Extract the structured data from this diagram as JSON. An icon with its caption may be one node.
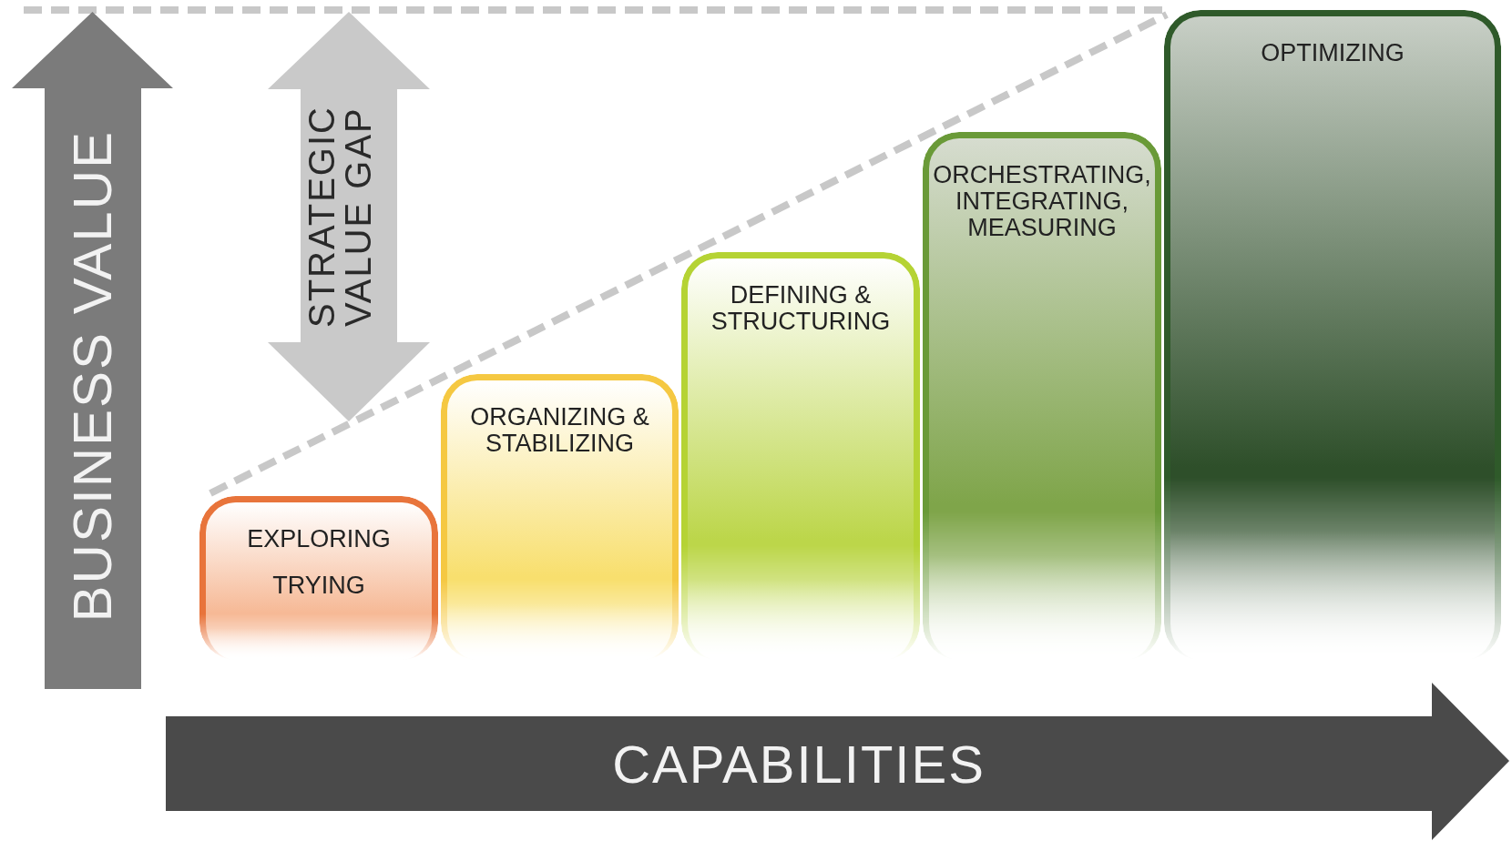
{
  "diagram": {
    "nodes": [
      {
        "text": [
          "BUSINESS VALUE"
        ]
      },
      {
        "text": [
          "STRATEGIC VALUE GAP"
        ]
      },
      {
        "text": [
          "EXPLORING",
          "TRYING"
        ]
      },
      {
        "text": [
          "ORGANIZING & STABILIZING"
        ]
      },
      {
        "text": [
          "DEFINING & STRUCTURING"
        ]
      },
      {
        "text": [
          "ORCHESTRATING, INTEGRATING, MEASURING"
        ]
      },
      {
        "text": [
          "OPTIMIZING"
        ]
      },
      {
        "text": [
          "CAPABILITIES"
        ]
      }
    ],
    "edges": []
  }
}
